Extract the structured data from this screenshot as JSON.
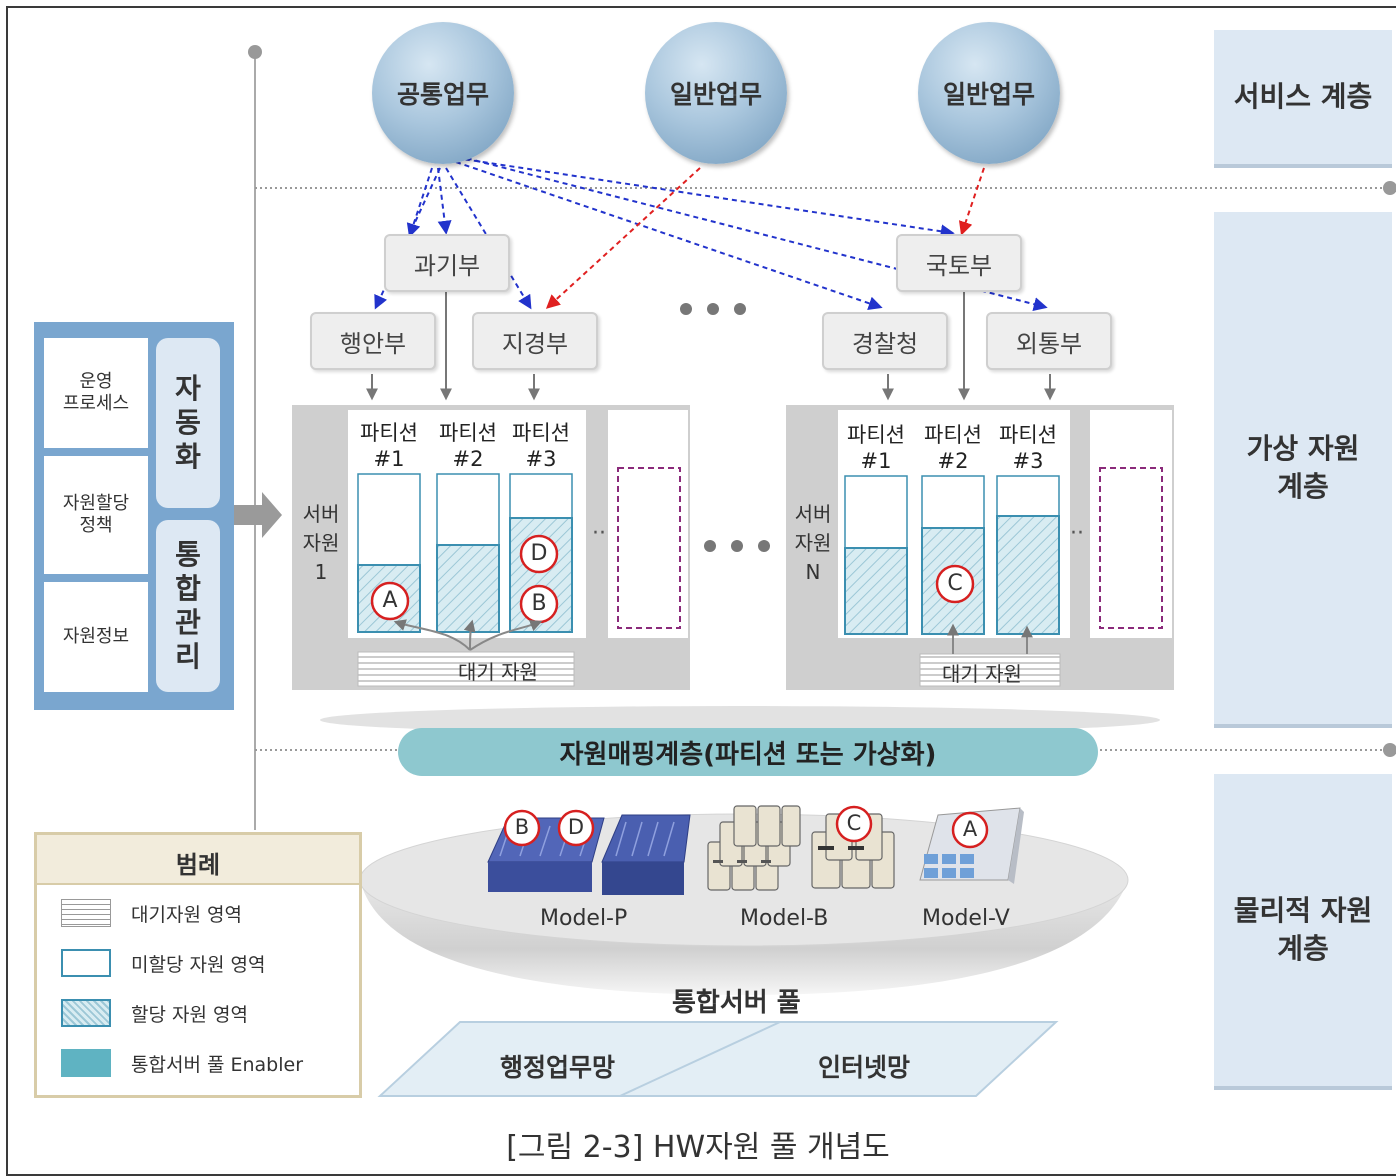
{
  "layers": {
    "service": "서비스 계층",
    "virtual": "가상 자원\n계층",
    "physical": "물리적 자원\n계층"
  },
  "services": [
    "공통업무",
    "일반업무",
    "일반업무"
  ],
  "departments": {
    "top_left": "과기부",
    "top_right": "국토부",
    "left_1": "행안부",
    "left_2": "지경부",
    "right_1": "경찰청",
    "right_2": "외통부"
  },
  "management": {
    "left_cells": [
      "운영\n프로세스",
      "자원할당\n정책",
      "자원정보"
    ],
    "automation": "자\n동\n화",
    "integration": "통\n합\n관\n리"
  },
  "server1": {
    "label": "서버\n자원\n1",
    "partitions": [
      "파티션\n#1",
      "파티션\n#2",
      "파티션\n#3"
    ],
    "standby": "대기 자원",
    "markers": [
      "A",
      "D",
      "B"
    ]
  },
  "serverN": {
    "label": "서버\n자원\nN",
    "partitions": [
      "파티션\n#1",
      "파티션\n#2",
      "파티션\n#3"
    ],
    "standby": "대기 자원",
    "markers": [
      "C"
    ]
  },
  "mapping_layer": "자원매핑계층(파티션 또는 가상화)",
  "pool": {
    "title": "통합서버 풀",
    "models": [
      "Model-P",
      "Model-B",
      "Model-V"
    ],
    "model_markers": [
      "B",
      "D",
      "C",
      "A"
    ],
    "networks": [
      "행정업무망",
      "인터넷망"
    ]
  },
  "legend": {
    "title": "범례",
    "items": [
      "대기자원 영역",
      "미할당 자원 영역",
      "할당 자원 영역",
      "통합서버 풀 Enabler"
    ]
  },
  "caption": "[그림 2-3] HW자원 풀 개념도",
  "colors": {
    "panel": "#dde8f3",
    "mgmt": "#7aa6cf",
    "mapping": "#8ec8cf",
    "allocated_fill": "#cfe6ee",
    "allocated_border": "#3b8fb0",
    "enabler": "#5fb3c2",
    "arrow_blue": "#2233cc",
    "arrow_red": "#e02020",
    "marker_red": "#d62020"
  }
}
